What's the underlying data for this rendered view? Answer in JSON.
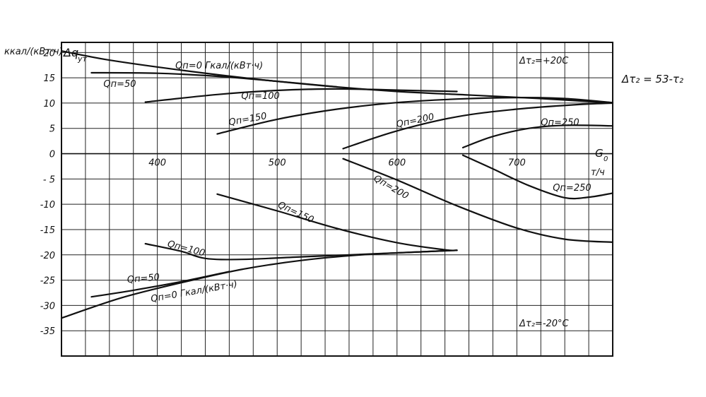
{
  "chart_data": {
    "type": "line",
    "y_unit_label": "ккал/(кВт·ч)",
    "ylabel": "Δq",
    "ylabel_subscript": "ут",
    "xlabel": "G",
    "xlabel_subscript": "0",
    "x_unit_label": "т/ч",
    "xlim": [
      320,
      780
    ],
    "ylim": [
      -40,
      22
    ],
    "x_ticks": [
      "400",
      "500",
      "600",
      "700"
    ],
    "y_ticks": [
      "20",
      "15",
      "10",
      "5",
      "0",
      "- 5",
      "-10",
      "-15",
      "-20",
      "-25",
      "-30",
      "-35"
    ],
    "grid": true,
    "annotations": {
      "top_condition": "Δτ₂=+20С",
      "bottom_condition": "Δτ₂=-20°С",
      "formula": "Δτ₂ = 53-τ₂"
    },
    "series": [
      {
        "name": "Qп=0 Гкал/(кВт·ч)",
        "group": "upper",
        "x": [
          320,
          360,
          420,
          480,
          540,
          600,
          660,
          720,
          780
        ],
        "y": [
          20.3,
          18.5,
          16.5,
          14.8,
          13.4,
          12.3,
          11.6,
          10.9,
          10.0
        ]
      },
      {
        "name": "Qп=50",
        "group": "upper",
        "x": [
          345,
          400,
          450,
          500,
          550
        ],
        "y": [
          16.0,
          15.9,
          15.3,
          14.3,
          13.2
        ]
      },
      {
        "name": "Qп=100",
        "group": "upper",
        "x": [
          390,
          450,
          500,
          550,
          610,
          650
        ],
        "y": [
          10.2,
          11.7,
          12.5,
          12.8,
          12.5,
          12.3
        ]
      },
      {
        "name": "Qп=150",
        "group": "upper",
        "x": [
          450,
          500,
          550,
          600,
          650,
          700,
          740,
          780
        ],
        "y": [
          3.9,
          6.8,
          8.8,
          10.1,
          10.8,
          11.1,
          10.9,
          10.1
        ]
      },
      {
        "name": "Qп=200",
        "group": "upper",
        "x": [
          555,
          600,
          650,
          700,
          750,
          780
        ],
        "y": [
          1.0,
          4.5,
          7.3,
          8.8,
          9.7,
          10.0
        ]
      },
      {
        "name": "Qп=250",
        "group": "upper",
        "x": [
          655,
          680,
          710,
          740,
          780
        ],
        "y": [
          1.2,
          3.4,
          5.0,
          5.6,
          5.5
        ]
      },
      {
        "name": "Qп=0 Гкал/(кВт·ч)",
        "group": "lower",
        "x": [
          320,
          370,
          420,
          470,
          520,
          570,
          620,
          650
        ],
        "y": [
          -32.5,
          -28.5,
          -25.5,
          -22.9,
          -21.1,
          -20.0,
          -19.4,
          -19.1
        ]
      },
      {
        "name": "Qп=50",
        "group": "lower",
        "x": [
          345,
          380,
          420,
          460
        ],
        "y": [
          -28.3,
          -27.0,
          -25.3,
          -23.3
        ]
      },
      {
        "name": "Qп=100",
        "group": "lower",
        "x": [
          390,
          420,
          440,
          470,
          520,
          570,
          620,
          650
        ],
        "y": [
          -17.8,
          -19.3,
          -20.7,
          -20.9,
          -20.4,
          -19.9,
          -19.4,
          -19.1
        ]
      },
      {
        "name": "Qп=150",
        "group": "lower",
        "x": [
          450,
          500,
          550,
          600,
          640,
          650
        ],
        "y": [
          -8.0,
          -11.3,
          -14.8,
          -17.6,
          -19.0,
          -19.1
        ]
      },
      {
        "name": "Qп=200",
        "group": "lower",
        "x": [
          555,
          600,
          650,
          700,
          740,
          780
        ],
        "y": [
          -1.0,
          -5.2,
          -10.3,
          -14.7,
          -16.9,
          -17.5
        ]
      },
      {
        "name": "Qп=250",
        "group": "lower",
        "x": [
          655,
          680,
          710,
          740,
          760,
          780
        ],
        "y": [
          -0.3,
          -3.0,
          -6.3,
          -8.7,
          -8.6,
          -7.8
        ]
      }
    ],
    "curve_labels": [
      {
        "text": "Qп=0 Гкал/(кВт·ч)",
        "x": 415,
        "y": 16.8,
        "rotate": 0
      },
      {
        "text": "Qп=50",
        "x": 355,
        "y": 13.2,
        "rotate": 0
      },
      {
        "text": "Qп=100",
        "x": 470,
        "y": 10.8,
        "rotate": 0
      },
      {
        "text": "Qп=150",
        "x": 460,
        "y": 5.6,
        "rotate": -10
      },
      {
        "text": "Qп=200",
        "x": 600,
        "y": 5.2,
        "rotate": -12
      },
      {
        "text": "Qп=250",
        "x": 720,
        "y": 5.6,
        "rotate": 0
      },
      {
        "text": "Qп=250",
        "x": 730,
        "y": -7.3,
        "rotate": 0
      },
      {
        "text": "Qп=200",
        "x": 580,
        "y": -5.2,
        "rotate": 30
      },
      {
        "text": "Qп=150",
        "x": 500,
        "y": -10.5,
        "rotate": 25
      },
      {
        "text": "Qп=100",
        "x": 408,
        "y": -18.3,
        "rotate": 15
      },
      {
        "text": "Qп=50",
        "x": 375,
        "y": -25.5,
        "rotate": -5
      },
      {
        "text": "Qп=0 Гкал/(кВт·ч)",
        "x": 395,
        "y": -29.3,
        "rotate": -10
      }
    ]
  }
}
